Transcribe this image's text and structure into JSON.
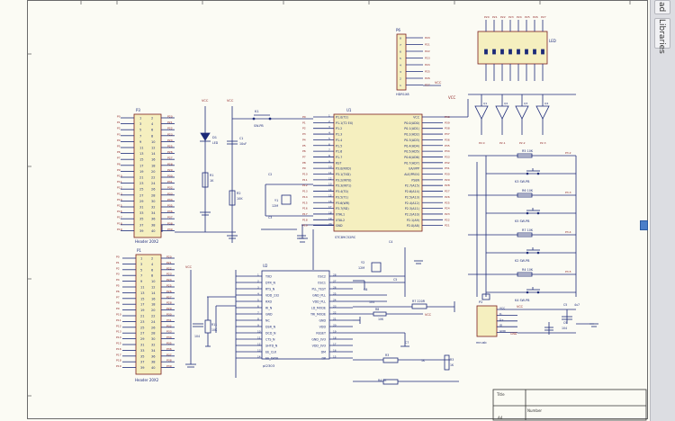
{
  "panel": {
    "tab_1": "ad",
    "tab_2": "Libraries"
  },
  "title_block": {
    "title_label": "Title",
    "number_label": "Number",
    "size_value": "A4"
  },
  "components": {
    "header_top": {
      "ref": "P3",
      "name": "Header 20X2"
    },
    "header_bottom": {
      "ref": "P1",
      "name": "Header 20X2"
    },
    "header_right": {
      "ref": "P6",
      "name": "HDR1X8"
    },
    "mcu": {
      "ref": "U1",
      "name": "STC89C52RC"
    },
    "usb_chip": {
      "ref": "U2",
      "name": "pl2303"
    },
    "led_net": {
      "ref": "LED",
      "name": "LED"
    },
    "d1": {
      "ref": "D1",
      "name": "LED"
    },
    "k1": {
      "ref": "K1",
      "name": "SW-PB"
    },
    "c1": {
      "ref": "C1",
      "value": "10uF"
    },
    "r2": {
      "ref": "R2",
      "value": "10K"
    },
    "y1": {
      "ref": "Y1",
      "value": "12M"
    },
    "y2": {
      "ref": "Y2",
      "value": "12M"
    },
    "r1": {
      "ref": "R1",
      "value": "1K"
    },
    "r7": {
      "ref": "R7",
      "value": "220R"
    },
    "r8": {
      "ref": "R8",
      "value": "10K"
    },
    "r3": {
      "ref": "R3",
      "value": "1K"
    },
    "power": {
      "ref": "P2",
      "name": "mnusb"
    },
    "c9": {
      "ref": "C9",
      "value": "104"
    },
    "c5": {
      "ref": "C5",
      "value": "4u7"
    }
  },
  "nets": {
    "vcc": "VCC",
    "gnd": "GND"
  },
  "mcu_left_pins": [
    "P1.0(T2)",
    "P1.1(T2 EX)",
    "P1.2",
    "P1.3",
    "P1.4",
    "P1.5",
    "P1.6",
    "P1.7",
    "RST",
    "P3.0(RXD)",
    "P3.1(TXD)",
    "P3.2(INT0)",
    "P3.3(INT1)",
    "P3.4(T0)",
    "P3.5(T1)",
    "P3.6(WR)",
    "P3.7(RD)",
    "XTAL1",
    "XTAL2",
    "GND"
  ],
  "mcu_right_pins": [
    "VCC",
    "P0.0(AD0)",
    "P0.1(AD1)",
    "P0.2(AD2)",
    "P0.3(AD3)",
    "P0.4(AD4)",
    "P0.5(AD5)",
    "P0.6(AD6)",
    "P0.7(AD7)",
    "EA/VPP",
    "ALE/PROG",
    "PSEN",
    "P2.7(A15)",
    "P2.6(A14)",
    "P2.5(A13)",
    "P2.4(A12)",
    "P2.3(A11)",
    "P2.2(A10)",
    "P2.1(A9)",
    "P2.0(A8)"
  ],
  "usb_left_pins": [
    "TXD",
    "DTR_N",
    "RTS_N",
    "VDD_232",
    "RXD",
    "RI_N",
    "GND",
    "NC",
    "DSR_N",
    "DCD_N",
    "CTS_N",
    "SHTD_N",
    "EE_CLK",
    "EE_DATA"
  ],
  "usb_right_pins": [
    "OSC2",
    "OSC1",
    "PLL_TEST",
    "GND_PLL",
    "VDD_PLL",
    "LD_MODE",
    "TRI_MODE",
    "GND",
    "VDD",
    "RESET",
    "GND_3V3",
    "VDD_3V3",
    "DM",
    "DP"
  ],
  "switches": [
    {
      "ref": "K3",
      "name": "SW-PB",
      "r": "R5",
      "rv": "10K"
    },
    {
      "ref": "K5",
      "name": "SW-PB",
      "r": "R6",
      "rv": "10K"
    },
    {
      "ref": "K2",
      "name": "SW-PB",
      "r": "R7",
      "rv": "10K"
    },
    {
      "ref": "K4",
      "name": "SW-PB",
      "r": "R4",
      "rv": "10K"
    }
  ]
}
